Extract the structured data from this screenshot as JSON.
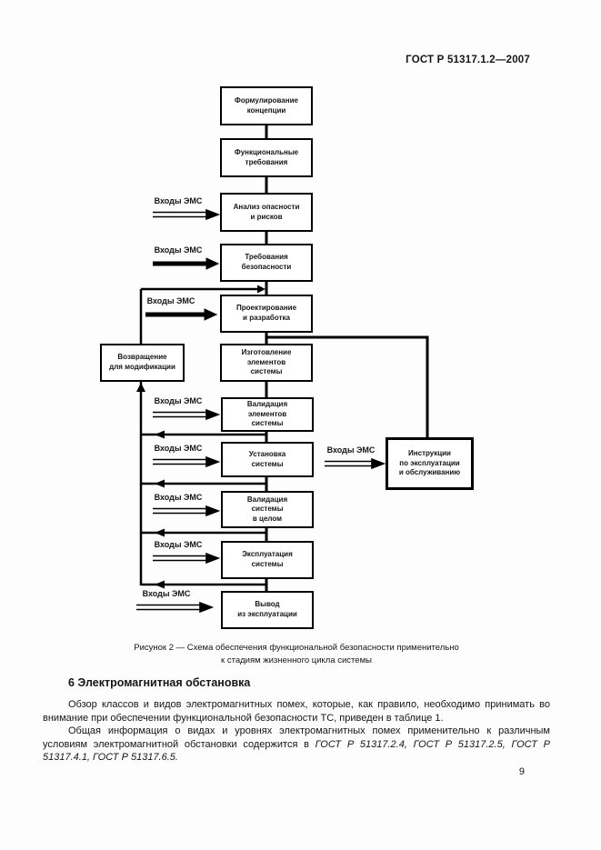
{
  "page": {
    "header": "ГОСТ Р 51317.1.2—2007",
    "page_number": "9"
  },
  "flowchart": {
    "boxes": [
      {
        "id": "concept",
        "label": "Формулирование\nконцепции"
      },
      {
        "id": "functional-requirements",
        "label": "Функциональные\nтребования"
      },
      {
        "id": "hazard-risk-analysis",
        "label": "Анализ опасности\nи рисков"
      },
      {
        "id": "safety-requirements",
        "label": "Требования\nбезопасности"
      },
      {
        "id": "design-development",
        "label": "Проектирование\nи разработка"
      },
      {
        "id": "manufacture-elements",
        "label": "Изготовление\nэлементов\nсистемы"
      },
      {
        "id": "validation-elements",
        "label": "Валидация\nэлементов\nсистемы"
      },
      {
        "id": "installation",
        "label": "Установка\nсистемы"
      },
      {
        "id": "validation-whole-system",
        "label": "Валидация\nсистемы\nв целом"
      },
      {
        "id": "operation",
        "label": "Эксплуатация\nсистемы"
      },
      {
        "id": "decommissioning",
        "label": "Вывод\nиз эксплуатации"
      },
      {
        "id": "return-for-modification",
        "label": "Возвращение\nдля модификации"
      },
      {
        "id": "operation-maintenance-instructions",
        "label": "Инструкции\nпо эксплуатации\nи обслуживанию"
      }
    ],
    "emc_inputs": [
      {
        "text": "Входы ЭМС"
      },
      {
        "text": "Входы ЭМС"
      },
      {
        "text": "Входы ЭМС"
      },
      {
        "text": "Входы ЭМС"
      },
      {
        "text": "Входы ЭМС"
      },
      {
        "text": "Входы ЭМС"
      },
      {
        "text": "Входы ЭМС"
      },
      {
        "text": "Входы ЭМС"
      },
      {
        "text": "Входы ЭМС"
      }
    ]
  },
  "figure": {
    "caption_line1": "Рисунок 2 — Схема обеспечения функциональной безопасности применительно",
    "caption_line2": "к стадиям жизненного цикла системы"
  },
  "section": {
    "heading": "6 Электромагнитная обстановка",
    "paragraph1": "Обзор классов и видов электромагнитных помех, которые, как правило, необходимо принимать во внимание при обеспечении функциональной безопасности ТС, приведен в таблице 1.",
    "paragraph2_text": "Общая информация о видах и уровнях электромагнитных помех применительно к различным условиям электромагнитной обстановки содержится в ",
    "paragraph2_refs": "ГОСТ Р 51317.2.4, ГОСТ Р 51317.2.5, ГОСТ Р 51317.4.1, ГОСТ Р 51317.6.5."
  }
}
